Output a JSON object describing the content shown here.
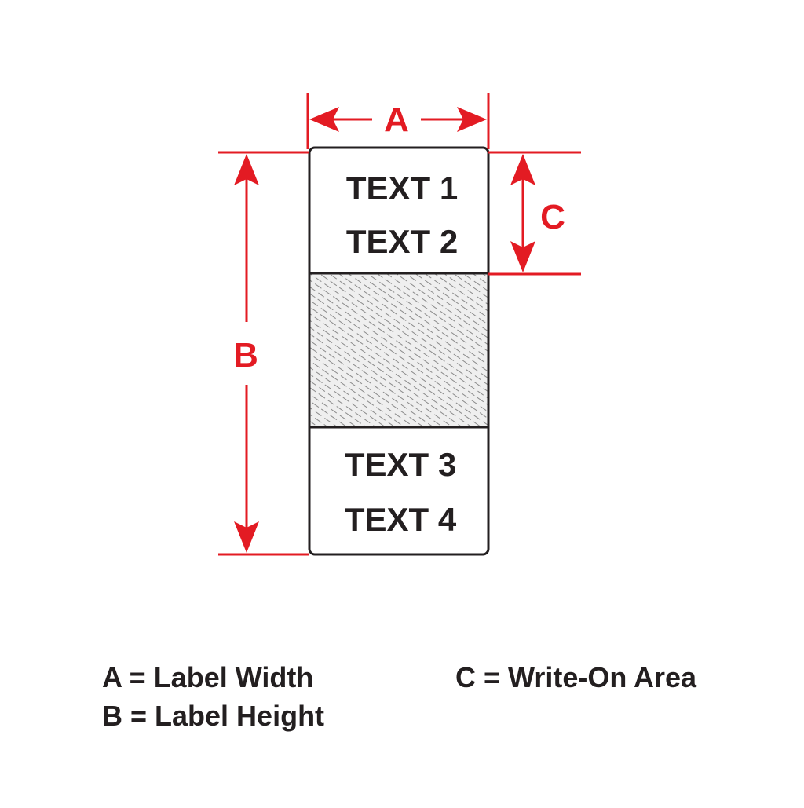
{
  "diagram": {
    "dimension_labels": {
      "a": "A",
      "b": "B",
      "c": "C"
    },
    "label_lines": [
      "TEXT 1",
      "TEXT 2",
      "TEXT 3",
      "TEXT 4"
    ],
    "write_on_area": "hatched"
  },
  "legend": {
    "a": "A = Label Width",
    "b": "B = Label Height",
    "c": "C = Write-On Area"
  },
  "colors": {
    "dimension": "#e31b23",
    "ink": "#231f20",
    "hatch_fill": "#efefef",
    "hatch_stroke": "#8a8a8a",
    "background": "#ffffff"
  }
}
